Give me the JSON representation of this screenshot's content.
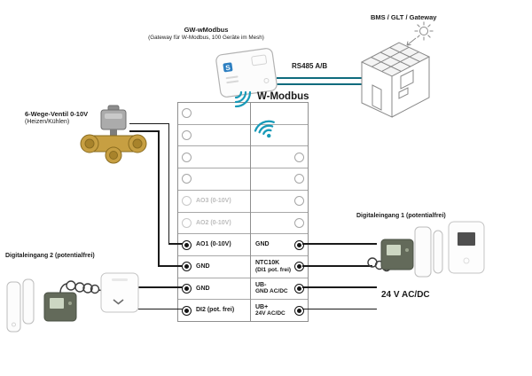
{
  "diagram_title": "W-Modbus",
  "header": {
    "gateway_name": "GW-wModbus",
    "gateway_subtitle": "(Gateway für W-Modbus, 100 Geräte im Mesh)",
    "bms_label": "BMS / GLT / Gateway",
    "rs485_label": "RS485 A/B",
    "wmodbus_label": "W-Modbus",
    "logo_letter": "S"
  },
  "left_devices": {
    "valve_label": "6-Wege-Ventil 0-10V",
    "valve_sublabel": "(Heizen/Kühlen)",
    "di2_label": "Digitaleingang 2 (potentialfrei)"
  },
  "right_devices": {
    "di1_label": "Digitaleingang 1 (potentialfrei)",
    "power_label": "24 V AC/DC"
  },
  "terminal_block": {
    "left": [
      {
        "label": "",
        "state": "empty"
      },
      {
        "label": "",
        "state": "empty"
      },
      {
        "label": "",
        "state": "empty"
      },
      {
        "label": "",
        "state": "empty"
      },
      {
        "label": "AO3 (0-10V)",
        "state": "inactive"
      },
      {
        "label": "AO2 (0-10V)",
        "state": "inactive"
      },
      {
        "label": "AO1 (0-10V)",
        "state": "active"
      },
      {
        "label": "GND",
        "state": "active"
      },
      {
        "label": "GND",
        "state": "active"
      },
      {
        "label": "DI2 (pot. frei)",
        "state": "active"
      }
    ],
    "right": [
      {
        "label": "",
        "state": "none"
      },
      {
        "label": "",
        "state": "none"
      },
      {
        "label": "",
        "state": "empty"
      },
      {
        "label": "",
        "state": "empty"
      },
      {
        "label": "",
        "state": "empty"
      },
      {
        "label": "",
        "state": "empty"
      },
      {
        "label": "GND",
        "state": "active"
      },
      {
        "label": "NTC10K",
        "label2": "(DI1 pot. frei)",
        "state": "active"
      },
      {
        "label": "UB-",
        "label2": "GND AC/DC",
        "state": "active"
      },
      {
        "label": "UB+",
        "label2": "24V AC/DC",
        "state": "active"
      }
    ]
  },
  "icons": {
    "device_wireless": "wifi-signal-icon",
    "block_wireless": "wifi-signal-icon",
    "sun": "sun-icon"
  },
  "colors": {
    "wire": "#1a1a1a",
    "rs485": "#0f6b7e",
    "wireless": "#189ab8",
    "brass": "#c79f42",
    "grid": "#a8a8a8"
  }
}
